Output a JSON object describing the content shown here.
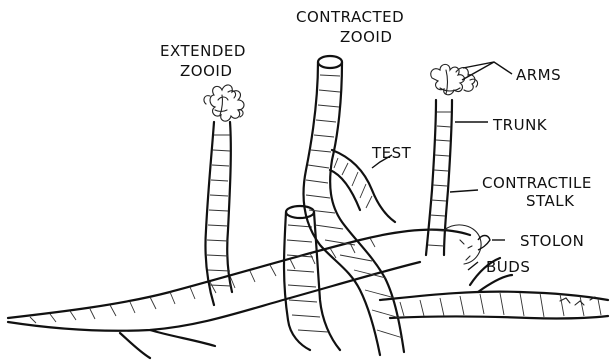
{
  "labels": {
    "extended_zooid_line1": "EXTENDED",
    "extended_zooid_line2": "ZOOID",
    "contracted_zooid_line1": "CONTRACTED",
    "contracted_zooid_line2": "ZOOID",
    "arms": "ARMS",
    "trunk": "TRUNK",
    "test": "TEST",
    "contractile_line1": "CONTRACTILE",
    "contractile_line2": "STALK",
    "stolon": "STOLON",
    "buds": "BUDS"
  }
}
